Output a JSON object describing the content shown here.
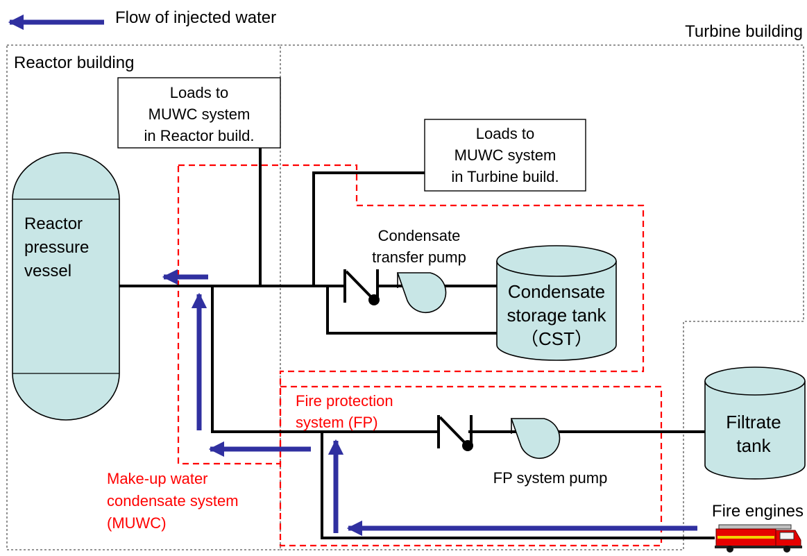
{
  "legend": {
    "flow_label": "Flow of injected water",
    "arrow_color": "#3030a0"
  },
  "buildings": {
    "turbine": "Turbine building",
    "reactor": "Reactor building"
  },
  "loads_reactor": [
    "Loads to",
    "MUWC system",
    "in Reactor build."
  ],
  "loads_turbine": [
    "Loads to",
    "MUWC system",
    "in Turbine build."
  ],
  "rpv": [
    "Reactor",
    "pressure",
    "vessel"
  ],
  "condensate_pump": [
    "Condensate",
    "transfer pump"
  ],
  "cst": [
    "Condensate",
    "storage tank",
    "（CST）"
  ],
  "fp_system": [
    "Fire protection",
    "system (FP)"
  ],
  "filtrate_tank": [
    "Filtrate",
    "tank"
  ],
  "fp_pump_label": "FP system pump",
  "muwc_system": [
    "Make-up water",
    "condensate system",
    "(MUWC)"
  ],
  "fire_engines_label": "Fire engines",
  "colors": {
    "vessel_fill": "#c8e6e6",
    "system_outline": "#ff0000",
    "pipe": "#000000",
    "building_outline": "#555555"
  },
  "icons": {
    "check_valve": "check-valve-icon",
    "pump": "centrifugal-pump-icon",
    "fire_engine": "fire-engine-icon"
  }
}
